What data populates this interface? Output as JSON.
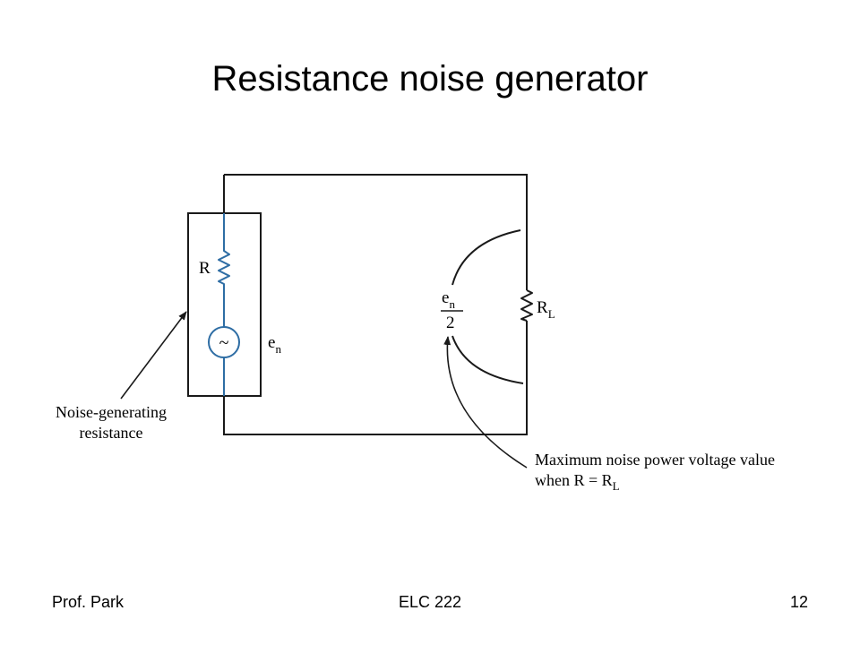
{
  "slide": {
    "title": "Resistance noise generator"
  },
  "diagram": {
    "resistor_label": "R",
    "source_symbol": "~",
    "source_label_main": "e",
    "source_label_sub": "n",
    "half_voltage_num_main": "e",
    "half_voltage_num_sub": "n",
    "half_voltage_den": "2",
    "load_label_main": "R",
    "load_label_sub": "L",
    "noise_caption_line1": "Noise-generating",
    "noise_caption_line2": "resistance",
    "max_caption_line1": "Maximum noise power voltage value",
    "max_caption_line2_main": "when R = R",
    "max_caption_line2_sub": "L",
    "colors": {
      "wire": "#1a1a1a",
      "component": "#2e6da4"
    }
  },
  "footer": {
    "left": "Prof. Park",
    "center": "ELC 222",
    "right": "12"
  }
}
